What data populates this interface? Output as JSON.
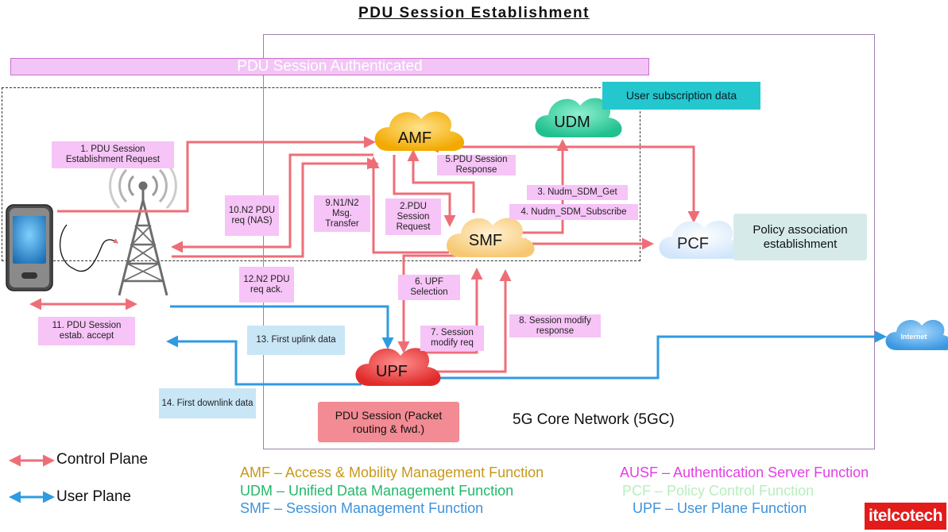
{
  "title": "PDU Session Establishment",
  "auth_bar": "PDU Session Authenticated",
  "core_network_label": "5G Core Network (5GC)",
  "nodes": {
    "amf": "AMF",
    "udm": "UDM",
    "smf": "SMF",
    "pcf": "PCF",
    "upf": "UPF",
    "internet": "Internet"
  },
  "boxes": {
    "user_subscription": "User subscription data",
    "policy_association": "Policy association establishment",
    "pdu_session_packet": "PDU Session (Packet routing & fwd.)"
  },
  "steps": {
    "s1": "1. PDU Session Establishment Request",
    "s2": "2.PDU Session Request",
    "s3": "3. Nudm_SDM_Get",
    "s4": "4. Nudm_SDM_Subscribe",
    "s5": "5.PDU Session Response",
    "s6": "6. UPF Selection",
    "s7": "7. Session modify req",
    "s8": "8. Session modify response",
    "s9": "9.N1/N2 Msg. Transfer",
    "s10": "10.N2 PDU req (NAS)",
    "s11": "11. PDU Session estab. accept",
    "s12": "12.N2 PDU req ack.",
    "s13": "13. First uplink data",
    "s14": "14. First downlink data"
  },
  "legend": {
    "control": "Control Plane",
    "user": "User Plane"
  },
  "definitions": {
    "amf": "AMF – Access & Mobility Management Function",
    "udm": "UDM – Unified Data Management Function",
    "smf": "SMF – Session Management Function",
    "ausf": "AUSF – Authentication Server Function",
    "pcf": "PCF – Policy Control Function",
    "upf": "UPF – User Plane Function"
  },
  "brand": "itelcotech",
  "colors": {
    "control_plane": "#ee6e78",
    "user_plane": "#2f9be0",
    "amf": "#f4b400",
    "udm": "#2fcf9f",
    "smf": "#fbd89a",
    "pcf": "#dcebfb",
    "upf": "#ee3b3b",
    "internet": "#4aa6e8",
    "amf_text": "#c8981a",
    "udm_text": "#22b86a",
    "smf_text": "#3e93dc",
    "ausf_text": "#e33fe6",
    "pcf_text": "#b6efbe",
    "upf_text": "#3e93dc"
  }
}
